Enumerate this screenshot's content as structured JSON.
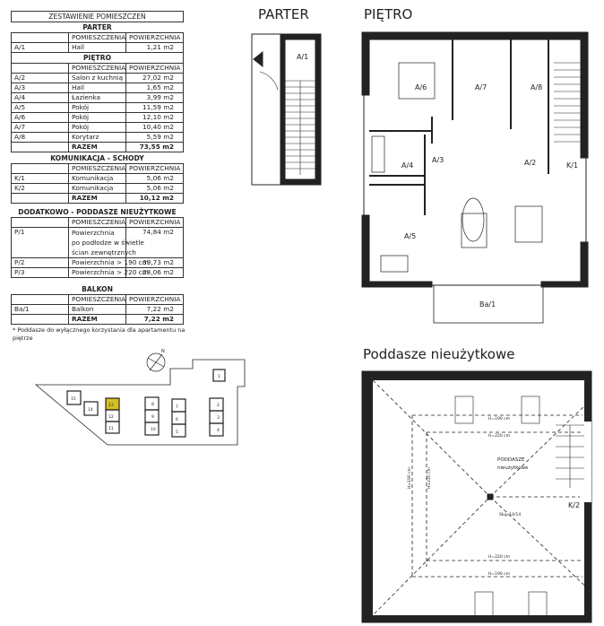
{
  "summary": {
    "title": "ZESTAWIENIE POMIESZCZEŃ",
    "col_room": "POMIESZCZENIA",
    "col_area": "POWIERZCHNIA",
    "parter": {
      "heading": "PARTER",
      "rows": [
        {
          "id": "A/1",
          "name": "Hall",
          "area": "1,21 m2"
        }
      ]
    },
    "pietro": {
      "heading": "PIĘTRO",
      "rows": [
        {
          "id": "A/2",
          "name": "Salon z kuchnią",
          "area": "27,02 m2"
        },
        {
          "id": "A/3",
          "name": "Hall",
          "area": "1,65 m2"
        },
        {
          "id": "A/4",
          "name": "Łazienka",
          "area": "3,99 m2"
        },
        {
          "id": "A/5",
          "name": "Pokój",
          "area": "11,59 m2"
        },
        {
          "id": "A/6",
          "name": "Pokój",
          "area": "12,10 m2"
        },
        {
          "id": "A/7",
          "name": "Pokój",
          "area": "10,40 m2"
        },
        {
          "id": "A/8",
          "name": "Korytarz",
          "area": "5,59 m2"
        }
      ],
      "total_label": "RAZEM",
      "total": "73,55 m2"
    },
    "komunikacja": {
      "heading": "KOMUNIKACJA - SCHODY",
      "rows": [
        {
          "id": "K/1",
          "name": "Komunikacja",
          "area": "5,06 m2"
        },
        {
          "id": "K/2",
          "name": "Komunikacja",
          "area": "5,06 m2"
        }
      ],
      "total_label": "RAZEM",
      "total": "10,12 m2"
    },
    "dodatkowo": {
      "heading": "DODATKOWO - PODDASZE NIEUŻYTKOWE",
      "rows": [
        {
          "id": "P/1",
          "name": "Powierzchnia",
          "name2": "po podłodze w świetle",
          "name3": "ścian zewnętrznych",
          "area": "74,84 m2"
        },
        {
          "id": "P/2",
          "name": "Powierzchnia > 190 cm",
          "area": "39,73 m2"
        },
        {
          "id": "P/3",
          "name": "Powierzchnia > 220 cm",
          "area": "28,06 m2"
        }
      ]
    },
    "balkon": {
      "heading": "BALKON",
      "rows": [
        {
          "id": "Ba/1",
          "name": "Balkon",
          "area": "7,22 m2"
        }
      ],
      "total_label": "RAZEM",
      "total": "7,22 m2"
    },
    "note": "* Poddasze do wyłącznego korzystania dla apartamentu na piętrze"
  },
  "plans": {
    "parter_title": "PARTER",
    "pietro_title": "PIĘTRO",
    "attic_title": "Poddasze nieużytkowe",
    "parter_labels": {
      "a1": "A/1"
    },
    "pietro_labels": {
      "a2": "A/2",
      "a3": "A/3",
      "a4": "A/4",
      "a5": "A/5",
      "a6": "A/6",
      "a7": "A/7",
      "a8": "A/8",
      "k1": "K/1",
      "ba1": "Ba/1"
    },
    "attic_labels": {
      "h190_top": "H=190 cm",
      "h220_top": "H=220 cm",
      "h190_bot": "H=190 cm",
      "h220_bot": "H=220 cm",
      "h190_left": "H=190 cm",
      "h220_left": "H=220 cm",
      "room1": "PODDASZE",
      "room2": "nieużytkowe",
      "post": "Słup 14/14",
      "k2": "K/2"
    }
  },
  "site": {
    "north": "N",
    "buildings": [
      "1",
      "2",
      "3",
      "4",
      "5",
      "6",
      "7",
      "8",
      "9",
      "10",
      "11",
      "12",
      "13",
      "14",
      "15"
    ],
    "highlighted": "13",
    "highlight_color": "#d4c026"
  }
}
